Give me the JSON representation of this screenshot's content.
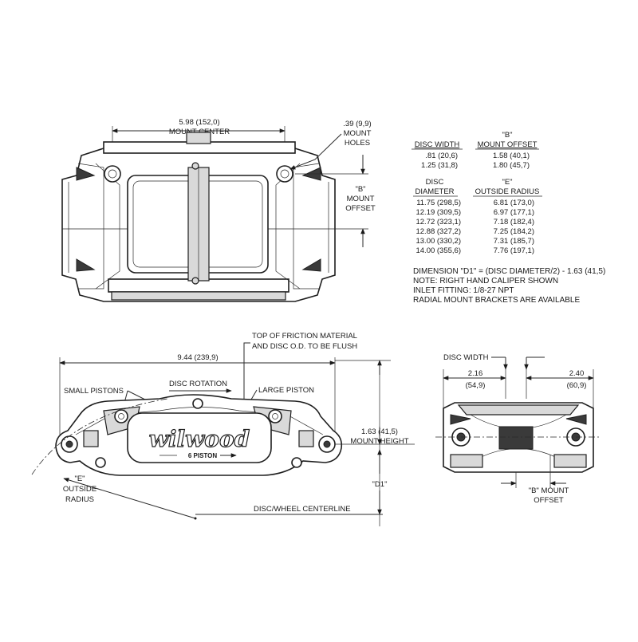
{
  "top_view": {
    "mount_center_value": "5.98 (152,0)",
    "mount_center_label": "MOUNT CENTER",
    "mount_holes_value": ".39 (9,9)",
    "mount_holes_label_1": "MOUNT",
    "mount_holes_label_2": "HOLES",
    "b_offset_label_1": "\"B\"",
    "b_offset_label_2": "MOUNT",
    "b_offset_label_3": "OFFSET"
  },
  "table_b": {
    "title_top": "\"B\"",
    "col1_header": "DISC WIDTH",
    "col2_header": "MOUNT OFFSET",
    "rows": [
      {
        "disc_width": ".81  (20,6)",
        "mount_offset": "1.58  (40,1)"
      },
      {
        "disc_width": "1.25  (31,8)",
        "mount_offset": "1.80  (45,7)"
      }
    ]
  },
  "table_e": {
    "col1_header_1": "DISC",
    "col1_header_2": "DIAMETER",
    "col2_header_1": "\"E\"",
    "col2_header_2": "OUTSIDE RADIUS",
    "rows": [
      {
        "diameter": "11.75  (298,5)",
        "radius": "6.81  (173,0)"
      },
      {
        "diameter": "12.19  (309,5)",
        "radius": "6.97  (177,1)"
      },
      {
        "diameter": "12.72  (323,1)",
        "radius": "7.18  (182,4)"
      },
      {
        "diameter": "12.88  (327,2)",
        "radius": "7.25  (184,2)"
      },
      {
        "diameter": "13.00  (330,2)",
        "radius": "7.31  (185,7)"
      },
      {
        "diameter": "14.00  (355,6)",
        "radius": "7.76  (197,1)"
      }
    ]
  },
  "notes": [
    "DIMENSION \"D1\" = (DISC DIAMETER/2) - 1.63 (41,5)",
    "NOTE: RIGHT HAND CALIPER SHOWN",
    "INLET FITTING: 1/8-27 NPT",
    "RADIAL MOUNT BRACKETS ARE AVAILABLE"
  ],
  "side_view": {
    "top_friction_1": "TOP OF FRICTION MATERIAL",
    "top_friction_2": "AND DISC O.D. TO BE FLUSH",
    "overall_length": "9.44 (239,9)",
    "disc_rotation": "DISC ROTATION",
    "small_pistons": "SMALL PISTONS",
    "large_piston": "LARGE PISTON",
    "mount_height_value": "1.63 (41,5)",
    "mount_height_label": "MOUNT HEIGHT",
    "d1_label": "\"D1\"",
    "e_label_1": "\"E\"",
    "e_label_2": "OUTSIDE",
    "e_label_3": "RADIUS",
    "centerline": "DISC/WHEEL CENTERLINE",
    "logo_text": "wilwood",
    "logo_sub": "6 PISTON"
  },
  "end_view": {
    "disc_width": "DISC WIDTH",
    "left_value": "2.16",
    "left_metric": "(54,9)",
    "right_value": "2.40",
    "right_metric": "(60,9)",
    "b_offset_1": "\"B\" MOUNT",
    "b_offset_2": "OFFSET"
  }
}
